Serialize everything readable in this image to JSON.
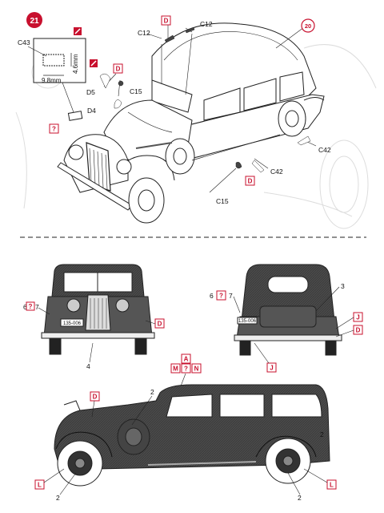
{
  "step": {
    "number": "21"
  },
  "callout": {
    "part": "C43",
    "width": "9.8mm",
    "height": "4.6mm"
  },
  "parts": {
    "c12_a": "C12",
    "c12_b": "C12",
    "c15_a": "C15",
    "c15_b": "C15",
    "c42_a": "C42",
    "c42_b": "C42",
    "c43": "C43",
    "d4": "D4",
    "d5": "D5",
    "ref20": "20"
  },
  "markers": {
    "paint": "D",
    "unknown": "?",
    "lower": "L",
    "j": "J",
    "a": "A",
    "m": "M",
    "n": "N"
  },
  "views": {
    "front": {
      "plate": "135-006",
      "num_left": "6",
      "num_right": "7",
      "num_bottom": "4"
    },
    "rear": {
      "plate": "135-006",
      "num_left": "6",
      "num_right": "7",
      "num_top": "3"
    },
    "side": {
      "num_a": "2",
      "num_b": "2",
      "num_c": "2",
      "num_d": "2"
    }
  },
  "colors": {
    "marker_red": "#c8102e",
    "paint_dark": "#3a3a3a",
    "line": "#222222"
  }
}
